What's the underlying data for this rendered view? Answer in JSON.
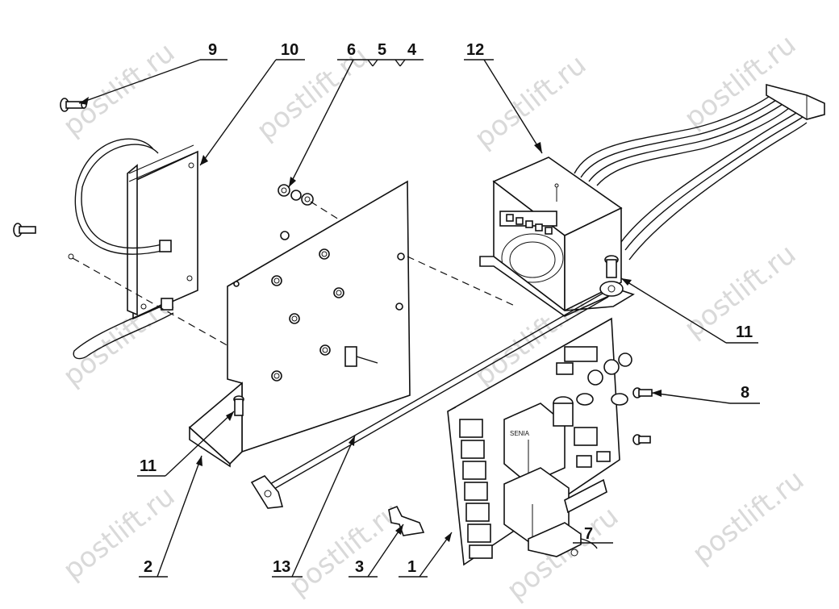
{
  "watermark": "postlift.ru",
  "callouts": {
    "c1": "1",
    "c2": "2",
    "c3": "3",
    "c4": "4",
    "c5": "5",
    "c6": "6",
    "c7": "7",
    "c8": "8",
    "c9": "9",
    "c10": "10",
    "c11a": "11",
    "c11b": "11",
    "c12": "12",
    "c13": "13"
  },
  "labels": {
    "relay_brand": "SENIA"
  }
}
